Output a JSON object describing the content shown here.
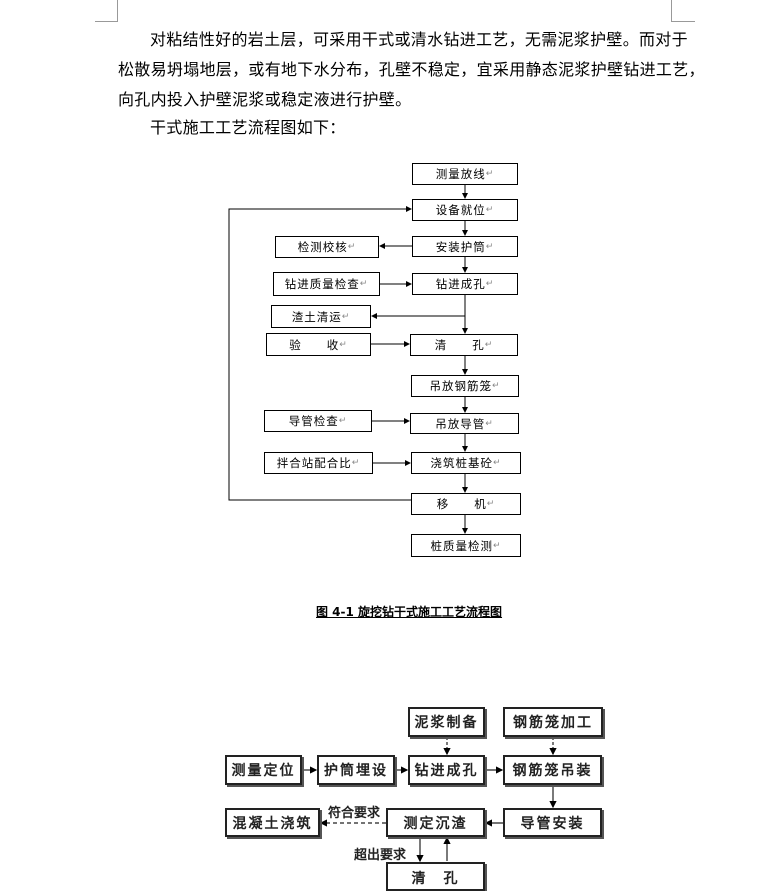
{
  "paragraph": {
    "line1": "对粘结性好的岩土层，可采用干式或清水钻进工艺，无需泥浆护壁。而对于",
    "line2": "松散易坍塌地层，或有地下水分布，孔壁不稳定，宜采用静态泥浆护壁钻进工艺，",
    "line3": "向孔内投入护壁泥浆或稳定液进行护壁。",
    "line4": "干式施工工艺流程图如下："
  },
  "flow1": {
    "main": [
      "测量放线",
      "设备就位",
      "安装护筒",
      "钻进成孔",
      "清　　孔",
      "吊放钢筋笼",
      "吊放导管",
      "浇筑桩基砼",
      "移　　机",
      "桩质量检测"
    ],
    "side": [
      "检测校核",
      "钻进质量检查",
      "渣土清运",
      "验　　收",
      "导管检查",
      "拌合站配合比"
    ],
    "caption": "图 4-1 旋挖钻干式施工工艺流程图"
  },
  "flow2": {
    "boxes": [
      "泥浆制备",
      "钢筋笼加工",
      "测量定位",
      "护筒埋设",
      "钻进成孔",
      "钢筋笼吊装",
      "混凝土浇筑",
      "测定沉渣",
      "导管安装",
      "清　孔"
    ],
    "labels": [
      "符合要求",
      "超出要求"
    ]
  }
}
